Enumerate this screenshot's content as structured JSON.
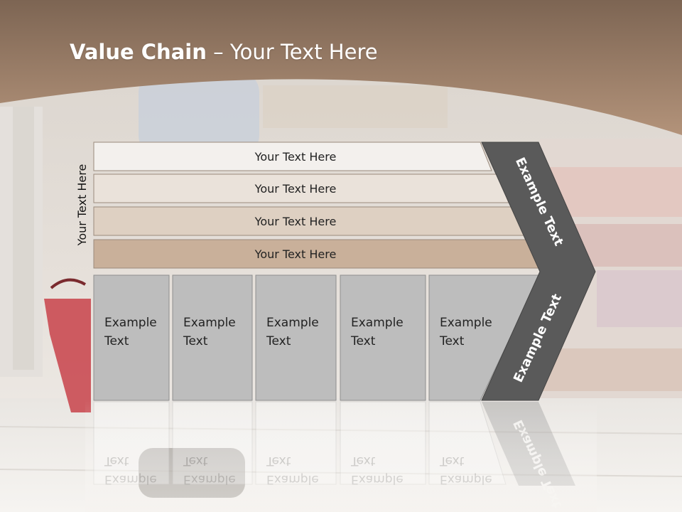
{
  "slide": {
    "title_bold": "Value Chain",
    "title_sep": " – ",
    "title_rest": "Your Text Here"
  },
  "side_label": "Your Text Here",
  "rows": [
    {
      "label": "Your Text Here",
      "color": "#f3f0ed"
    },
    {
      "label": "Your Text Here",
      "color": "#eae2da"
    },
    {
      "label": "Your Text Here",
      "color": "#ded0c2"
    },
    {
      "label": "Your Text Here",
      "color": "#c9b09a"
    }
  ],
  "columns": [
    {
      "line1": "Example",
      "line2": "Text"
    },
    {
      "line1": "Example",
      "line2": "Text"
    },
    {
      "line1": "Example",
      "line2": "Text"
    },
    {
      "line1": "Example",
      "line2": "Text"
    },
    {
      "line1": "Example",
      "line2": "Text"
    }
  ],
  "chevron": {
    "upper_label": "Example Text",
    "lower_label": "Example Text"
  },
  "colors": {
    "header_band": "#a88366",
    "chevron": "#5a5a5a",
    "column_fill": "#bdbdbd"
  }
}
